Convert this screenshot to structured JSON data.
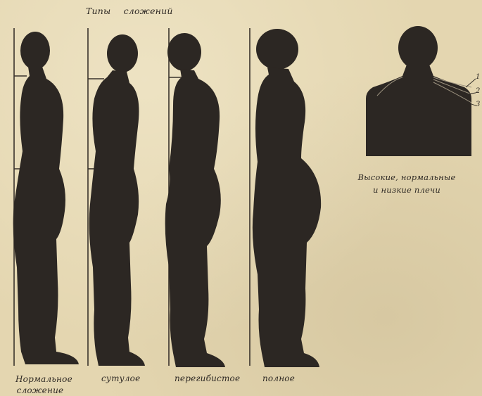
{
  "title": "Типы сложений",
  "figures": [
    {
      "label_line1": "Нормальное",
      "label_line2": "сложение"
    },
    {
      "label": "сутулое"
    },
    {
      "label": "перегибистое"
    },
    {
      "label": "полное"
    }
  ],
  "shoulders": {
    "caption": "Высокие, нормальные и низкие плечи",
    "markers": [
      "1",
      "2",
      "3"
    ]
  },
  "colors": {
    "paper": "#e4d6b0",
    "silhouette": "#2c2723",
    "text": "#2f2a25"
  }
}
